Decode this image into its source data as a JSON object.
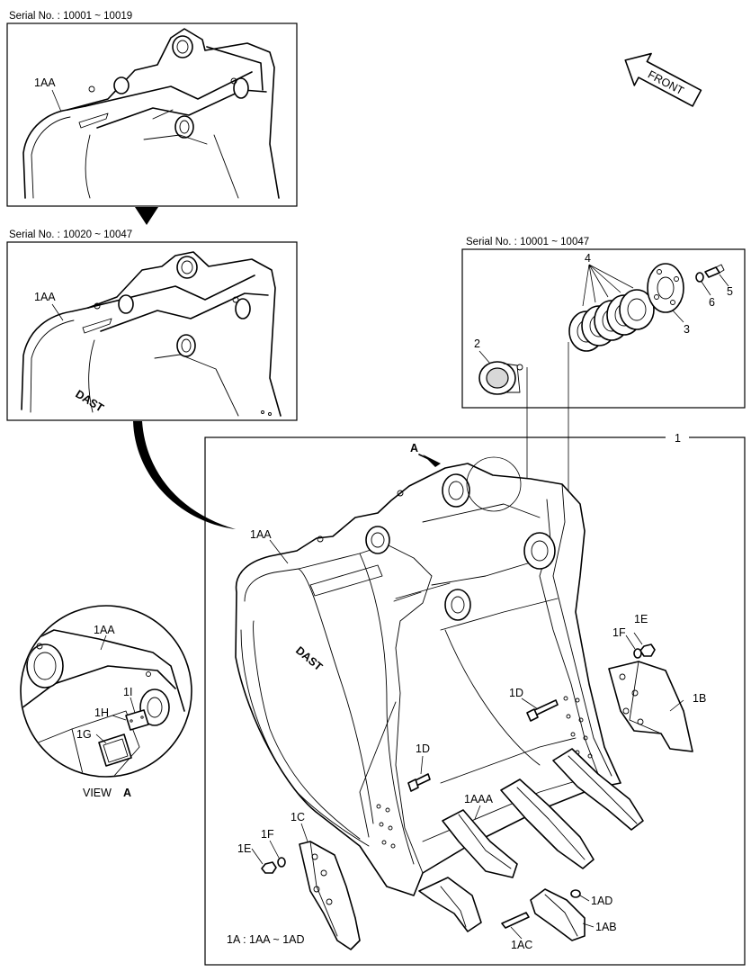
{
  "serial_labels": {
    "top_left": "Serial No. : 10001 ~ 10019",
    "mid_left": "Serial No. : 10020 ~ 10047",
    "right_inset": "Serial No. : 10001 ~ 10047"
  },
  "front_arrow": "FRONT",
  "view_label": "VIEW",
  "view_letter": "A",
  "arrow_letter": "A",
  "logo_text": "DAST",
  "footnote": "1A : 1AA ~ 1AD",
  "part_labels": {
    "p1": "1",
    "p2": "2",
    "p3": "3",
    "p4": "4",
    "p5": "5",
    "p6": "6",
    "aa_top": "1AA",
    "aa_mid": "1AA",
    "aa_main": "1AA",
    "aa_view": "1AA",
    "aaa": "1AAA",
    "ab": "1AB",
    "ac": "1AC",
    "ad": "1AD",
    "b": "1B",
    "c": "1C",
    "d_right": "1D",
    "d_left": "1D",
    "e_right": "1E",
    "e_left": "1E",
    "f_right": "1F",
    "f_left": "1F",
    "g": "1G",
    "h": "1H",
    "i": "1I"
  }
}
